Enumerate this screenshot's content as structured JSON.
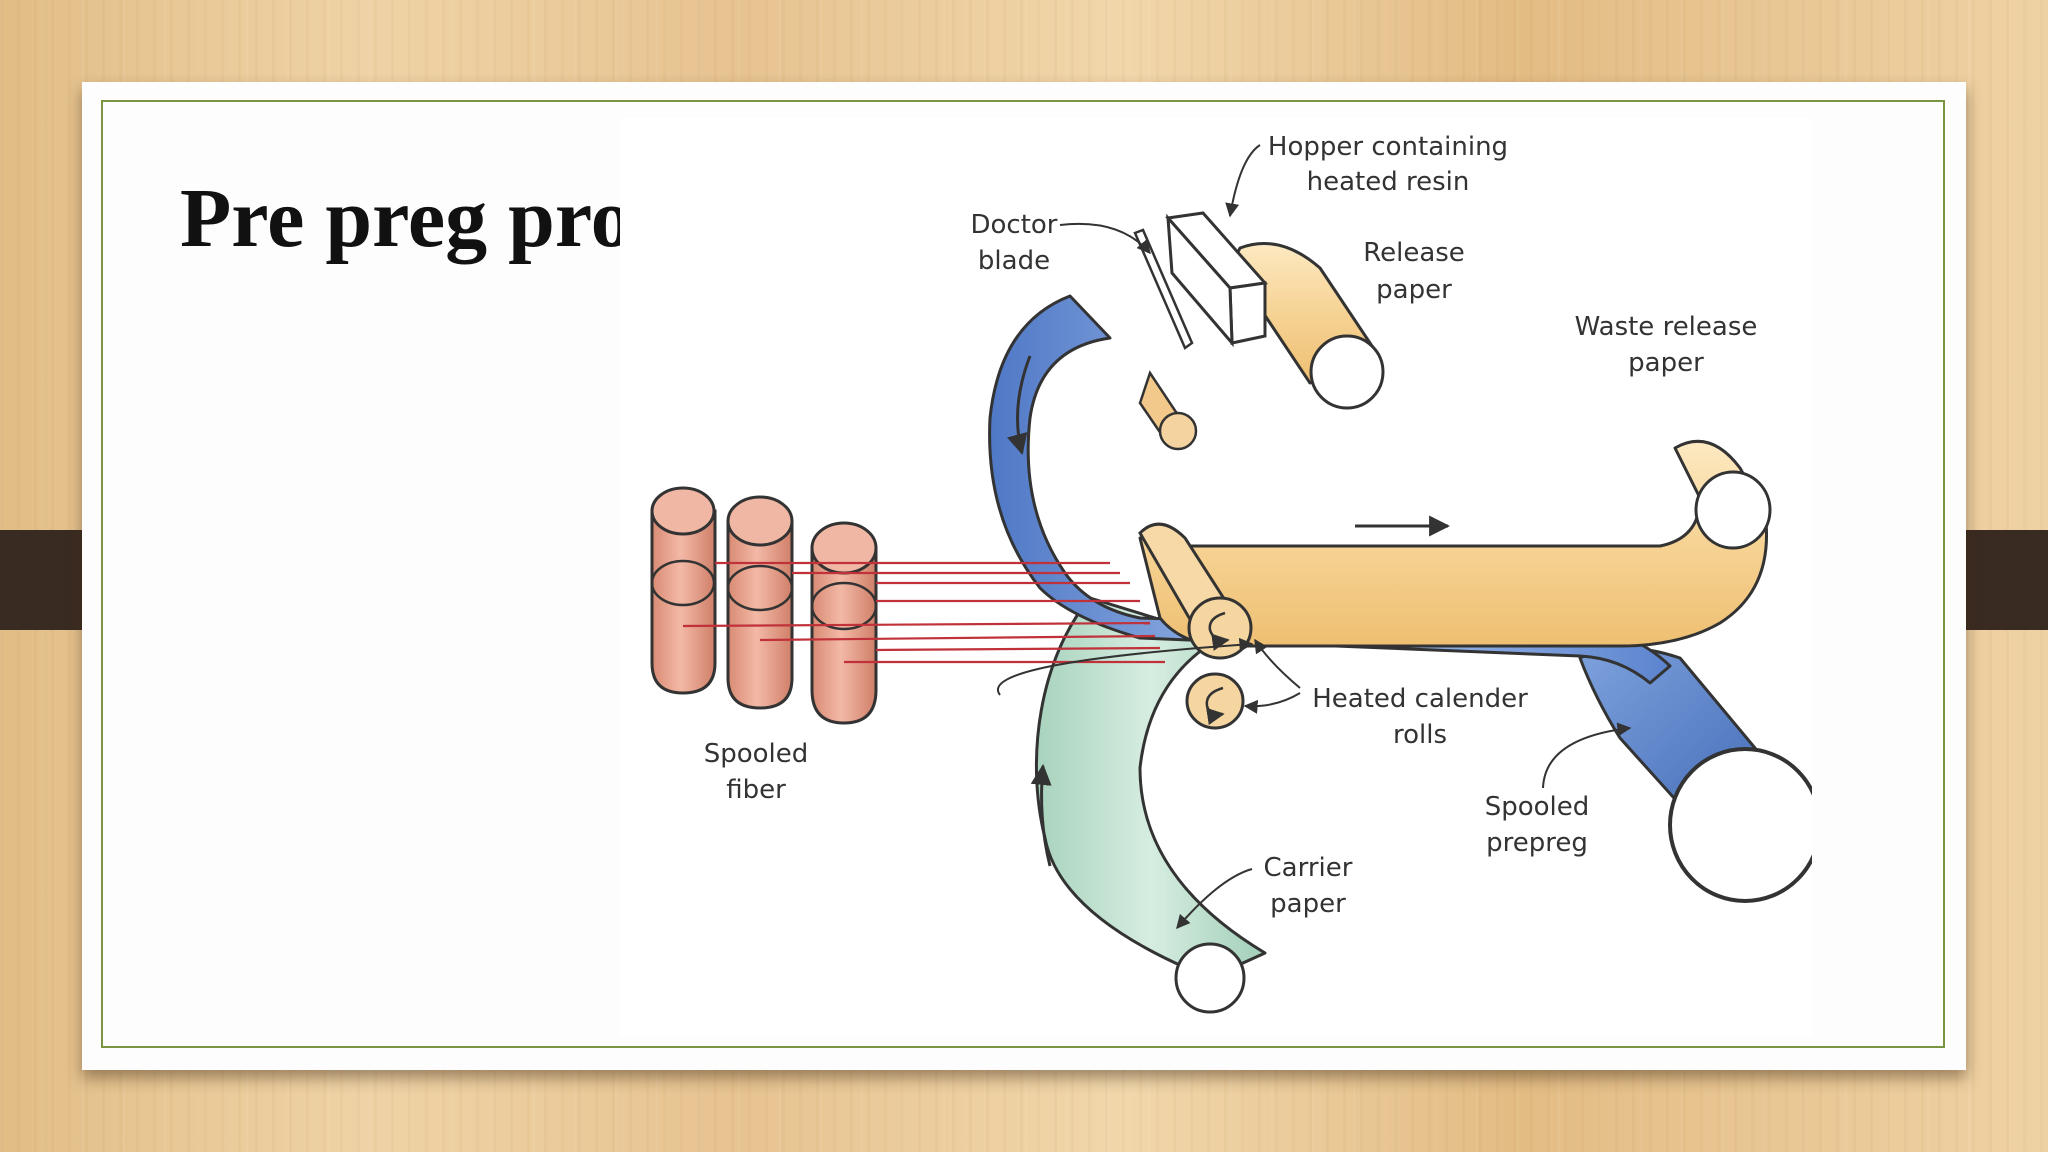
{
  "slide": {
    "title": "Pre preg processing"
  },
  "diagram": {
    "labels": {
      "hopper": [
        "Hopper containing",
        "heated resin"
      ],
      "doctor_blade": [
        "Doctor",
        "blade"
      ],
      "release_paper": [
        "Release",
        "paper"
      ],
      "waste_release_paper": [
        "Waste release",
        "paper"
      ],
      "spooled_fiber": [
        "Spooled",
        "fiber"
      ],
      "heated_calender_rolls": [
        "Heated calender",
        "rolls"
      ],
      "spooled_prepreg": [
        "Spooled",
        "prepreg"
      ],
      "carrier_paper": [
        "Carrier",
        "paper"
      ]
    },
    "colors": {
      "release_paper": "#f7d99a",
      "carrier_paper": "#b7ddc9",
      "prepreg": "#5f86cf",
      "fiber_spools": "#e59f8a",
      "fiber_strands": "#c0313a",
      "roll_end": "#ffffff",
      "background_wood": "#e9c898",
      "slide_border": "#7a9440",
      "strap": "#3a2b22"
    },
    "icons": [
      "hopper-icon",
      "doctor-blade-icon",
      "direction-arrow-icon",
      "roll-rotation-icon"
    ]
  }
}
